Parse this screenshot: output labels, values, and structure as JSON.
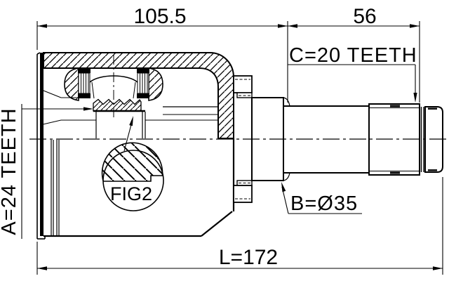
{
  "diagram": {
    "type": "cv-joint-technical-drawing",
    "dimensions": {
      "housing_length": "105.5",
      "spline_section_length": "56",
      "overall_length": "L=172",
      "shaft_diameter": "B=Ø35"
    },
    "labels": {
      "outer_spline_teeth": "C=20 TEETH",
      "inner_spline_teeth": "A=24 TEETH",
      "figure_reference": "FIG2"
    },
    "colors": {
      "line": "#000000",
      "background": "#ffffff"
    }
  }
}
